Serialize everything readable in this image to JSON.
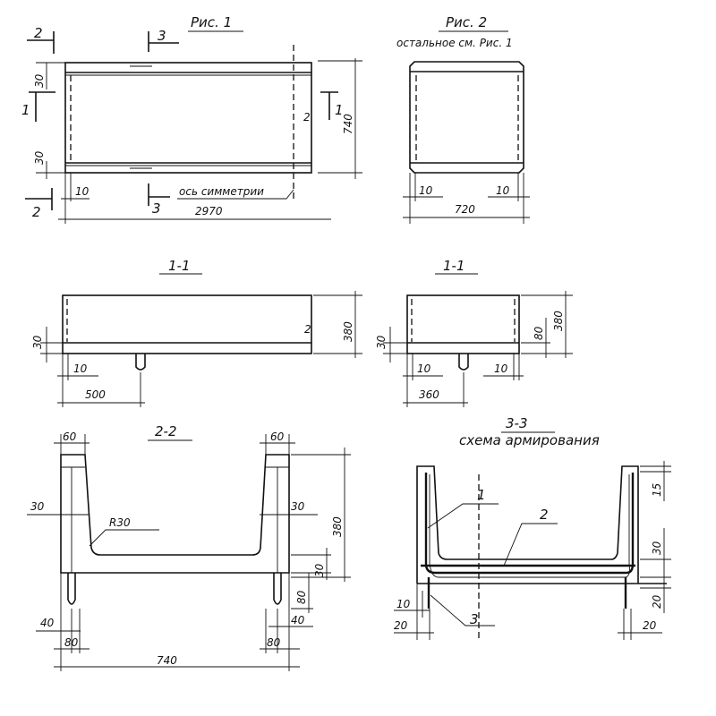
{
  "fig1": {
    "title": "Рис. 1",
    "section_2_top": "2",
    "section_2_bottom": "2",
    "section_3_top": "3",
    "section_3_bottom": "3",
    "section_1_left": "1",
    "section_1_right": "1",
    "dim_30_top": "30",
    "dim_30_bottom": "30",
    "dim_10": "10",
    "axis_label": "ось симметрии",
    "dim_length": "2970",
    "dim_width": "740",
    "mark_2": "2"
  },
  "fig2": {
    "title": "Рис. 2",
    "note": "остальное см. Рис. 1",
    "dim_10_left": "10",
    "dim_10_right": "10",
    "dim_length": "720"
  },
  "section_1_1_left": {
    "title": "1-1",
    "dim_30": "30",
    "dim_380": "380",
    "dim_10": "10",
    "dim_500": "500",
    "mark_2": "2"
  },
  "section_1_1_right": {
    "title": "1-1",
    "dim_30": "30",
    "dim_80": "80",
    "dim_380": "380",
    "dim_10_left": "10",
    "dim_10_right": "10",
    "dim_360": "360"
  },
  "section_2_2": {
    "title": "2-2",
    "dim_60_left": "60",
    "dim_60_right": "60",
    "dim_30_left": "30",
    "dim_30_right": "30",
    "radius": "R30",
    "dim_380": "380",
    "dim_30_floor": "30",
    "dim_80_leg": "80",
    "dim_40_left": "40",
    "dim_40_right": "40",
    "dim_80_left": "80",
    "dim_80_right": "80",
    "dim_740": "740"
  },
  "section_3_3": {
    "title": "3-3",
    "subtitle": "схема армирования",
    "callout_1": "1",
    "callout_2": "2",
    "callout_3": "3",
    "dim_15": "15",
    "dim_30": "30",
    "dim_20_right_v": "20",
    "dim_10": "10",
    "dim_20_left": "20",
    "dim_20_right": "20"
  }
}
